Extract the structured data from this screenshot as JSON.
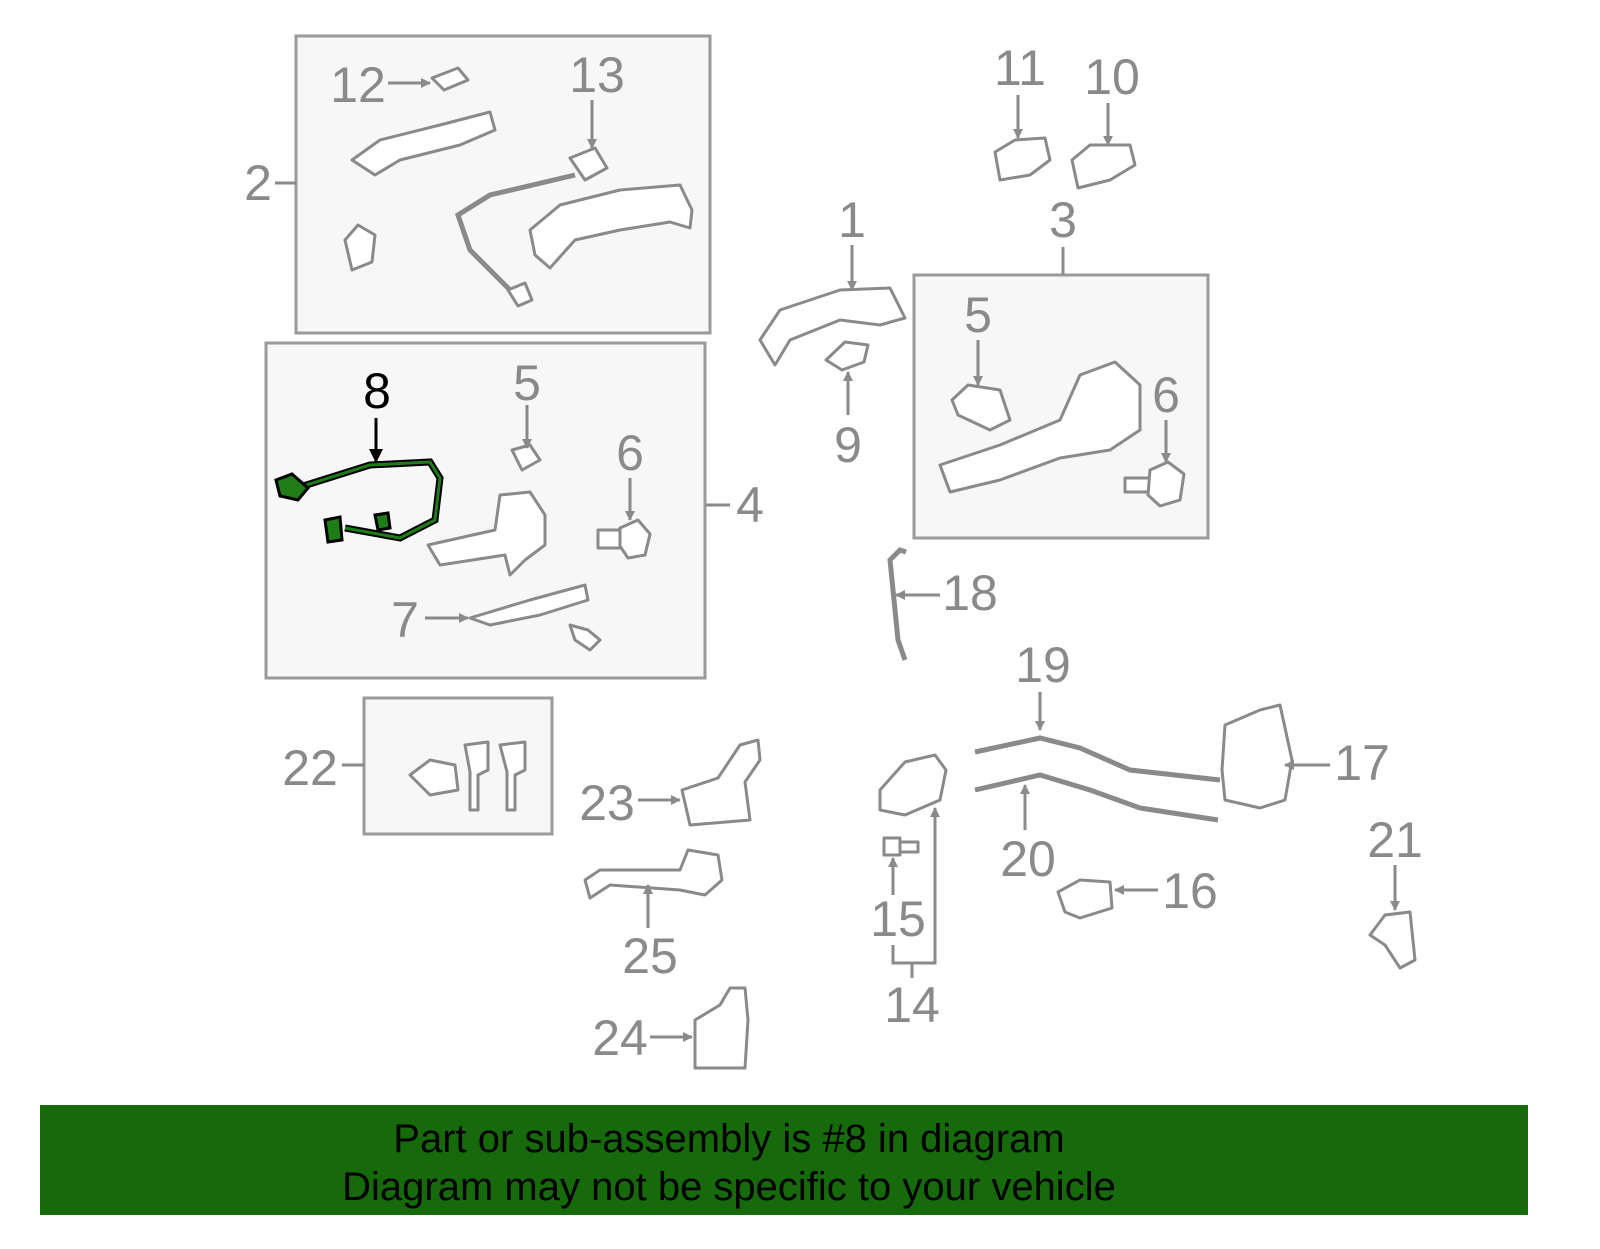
{
  "diagram": {
    "highlighted_part": "8",
    "highlight_color": "#1e7d16",
    "callouts": {
      "c1": "1",
      "c2": "2",
      "c3": "3",
      "c4": "4",
      "c5a": "5",
      "c5b": "5",
      "c6a": "6",
      "c6b": "6",
      "c7": "7",
      "c8": "8",
      "c9": "9",
      "c10": "10",
      "c11": "11",
      "c12": "12",
      "c13": "13",
      "c14": "14",
      "c15": "15",
      "c16": "16",
      "c17": "17",
      "c18": "18",
      "c19": "19",
      "c20": "20",
      "c21": "21",
      "c22": "22",
      "c23": "23",
      "c24": "24",
      "c25": "25"
    }
  },
  "banner": {
    "line1": "Part or sub-assembly is #8 in diagram",
    "line2": "Diagram may not be specific to your vehicle",
    "color": "#166a0c"
  }
}
